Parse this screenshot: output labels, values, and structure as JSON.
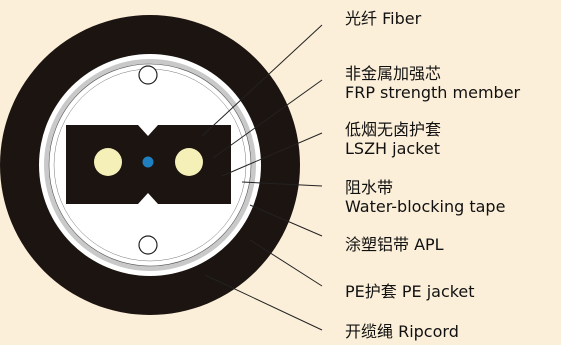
{
  "labels": [
    {
      "key": "fiber",
      "lines": [
        "光纤 Fiber"
      ]
    },
    {
      "key": "frp",
      "lines": [
        "非金属加强芯",
        "FRP strength member"
      ]
    },
    {
      "key": "lszh",
      "lines": [
        "低烟无卤护套",
        "LSZH jacket"
      ]
    },
    {
      "key": "tape",
      "lines": [
        "阻水带",
        "Water-blocking tape"
      ]
    },
    {
      "key": "apl",
      "lines": [
        "涂塑铝带 APL"
      ]
    },
    {
      "key": "pe",
      "lines": [
        "PE护套  PE jacket"
      ]
    },
    {
      "key": "ripcord",
      "lines": [
        "开缆绳  Ripcord"
      ]
    }
  ],
  "colors": {
    "background": "#fcefd9",
    "outer_jacket": "#1c1411",
    "inner_fill": "#ffffff",
    "aluminum_layer": "#c9c9c9",
    "fiber_element": "#f5f0b8",
    "fiber_core": "#1f7fbf",
    "leader_line": "#222222"
  },
  "components": {
    "ripcord": "ripcord",
    "fiber": "fiber",
    "strength_member": "strength-member",
    "fiber_core": "fiber-core",
    "cable_body": "drop-cable-body"
  }
}
